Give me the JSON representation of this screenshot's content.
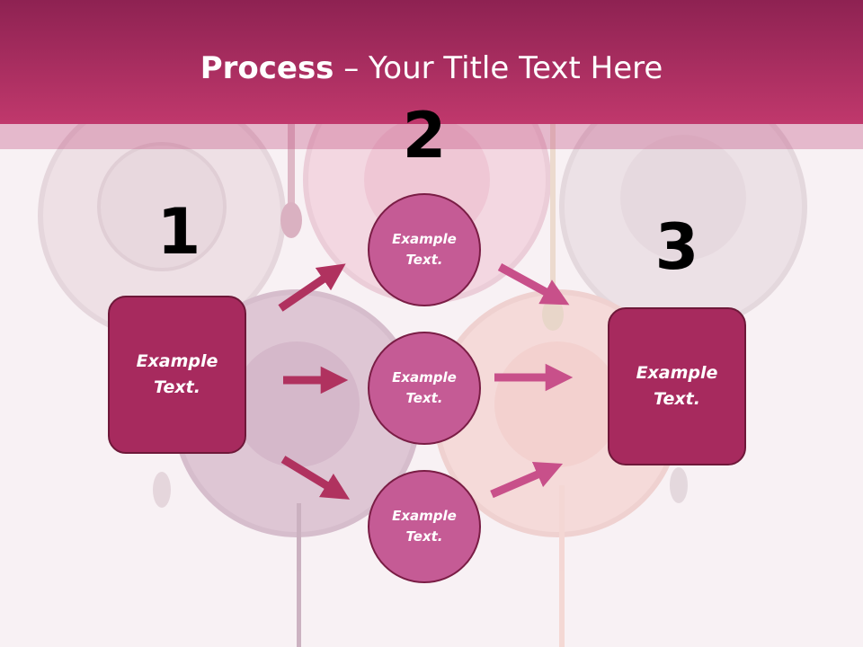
{
  "title": {
    "bold": "Process",
    "rest": " – Your Title Text Here"
  },
  "numbers": [
    "1",
    "2",
    "3"
  ],
  "left_box": "Example\nText.",
  "right_box": "Example\nText.",
  "circles": [
    "Example\nText.",
    "Example\nText.",
    "Example\nText."
  ],
  "colors": {
    "header": "#a72a5e",
    "box": "#a72a5e",
    "circle": "#c55b95",
    "arrow_left": "#b0325f",
    "arrow_right": "#c8508a"
  }
}
